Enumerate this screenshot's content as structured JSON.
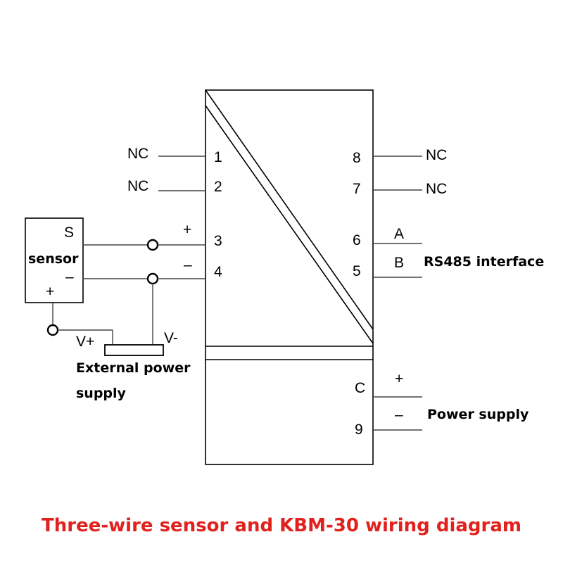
{
  "title": "Three-wire sensor and KBM-30 wiring diagram",
  "title_color": "#e0211d",
  "module": {
    "left_pins": [
      {
        "num": "1",
        "label": "NC"
      },
      {
        "num": "2",
        "label": "NC"
      },
      {
        "num": "3",
        "polarity": "+"
      },
      {
        "num": "4",
        "polarity": "–"
      }
    ],
    "right_pins": [
      {
        "num": "8",
        "label": "NC"
      },
      {
        "num": "7",
        "label": "NC"
      },
      {
        "num": "6",
        "label": "A"
      },
      {
        "num": "5",
        "label": "B"
      },
      {
        "num": "C",
        "polarity": "+"
      },
      {
        "num": "9",
        "polarity": "–"
      }
    ],
    "rs485_label": "RS485 interface",
    "power_label": "Power supply"
  },
  "sensor": {
    "name": "sensor",
    "signal": "S",
    "minus": "–",
    "plus": "+"
  },
  "external_power": {
    "v_plus": "V+",
    "v_minus": "V-",
    "label_line1": "External power",
    "label_line2": "supply"
  }
}
